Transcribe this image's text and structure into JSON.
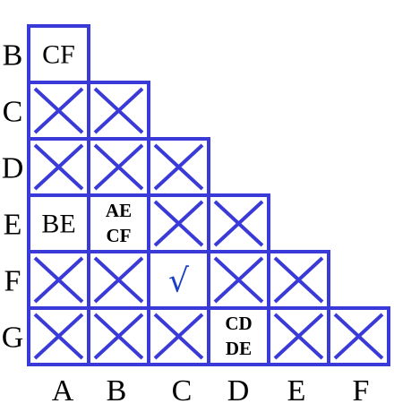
{
  "colors": {
    "grid": "#3a3ad8",
    "check": "#1a3fc8",
    "text": "#000000"
  },
  "row_labels": [
    "B",
    "C",
    "D",
    "E",
    "F",
    "G"
  ],
  "col_labels": [
    "A",
    "B",
    "C",
    "D",
    "E",
    "F"
  ],
  "rows": [
    [
      {
        "type": "text",
        "lines": [
          "CF"
        ]
      }
    ],
    [
      {
        "type": "x"
      },
      {
        "type": "x"
      }
    ],
    [
      {
        "type": "x"
      },
      {
        "type": "x"
      },
      {
        "type": "x"
      }
    ],
    [
      {
        "type": "text",
        "lines": [
          "BE"
        ]
      },
      {
        "type": "text",
        "lines": [
          "AE",
          "CF"
        ]
      },
      {
        "type": "x"
      },
      {
        "type": "x"
      }
    ],
    [
      {
        "type": "x"
      },
      {
        "type": "x"
      },
      {
        "type": "check",
        "symbol": "√"
      },
      {
        "type": "x"
      },
      {
        "type": "x"
      }
    ],
    [
      {
        "type": "x"
      },
      {
        "type": "x"
      },
      {
        "type": "x"
      },
      {
        "type": "text",
        "lines": [
          "CD",
          "DE"
        ]
      },
      {
        "type": "x"
      },
      {
        "type": "x"
      }
    ]
  ]
}
